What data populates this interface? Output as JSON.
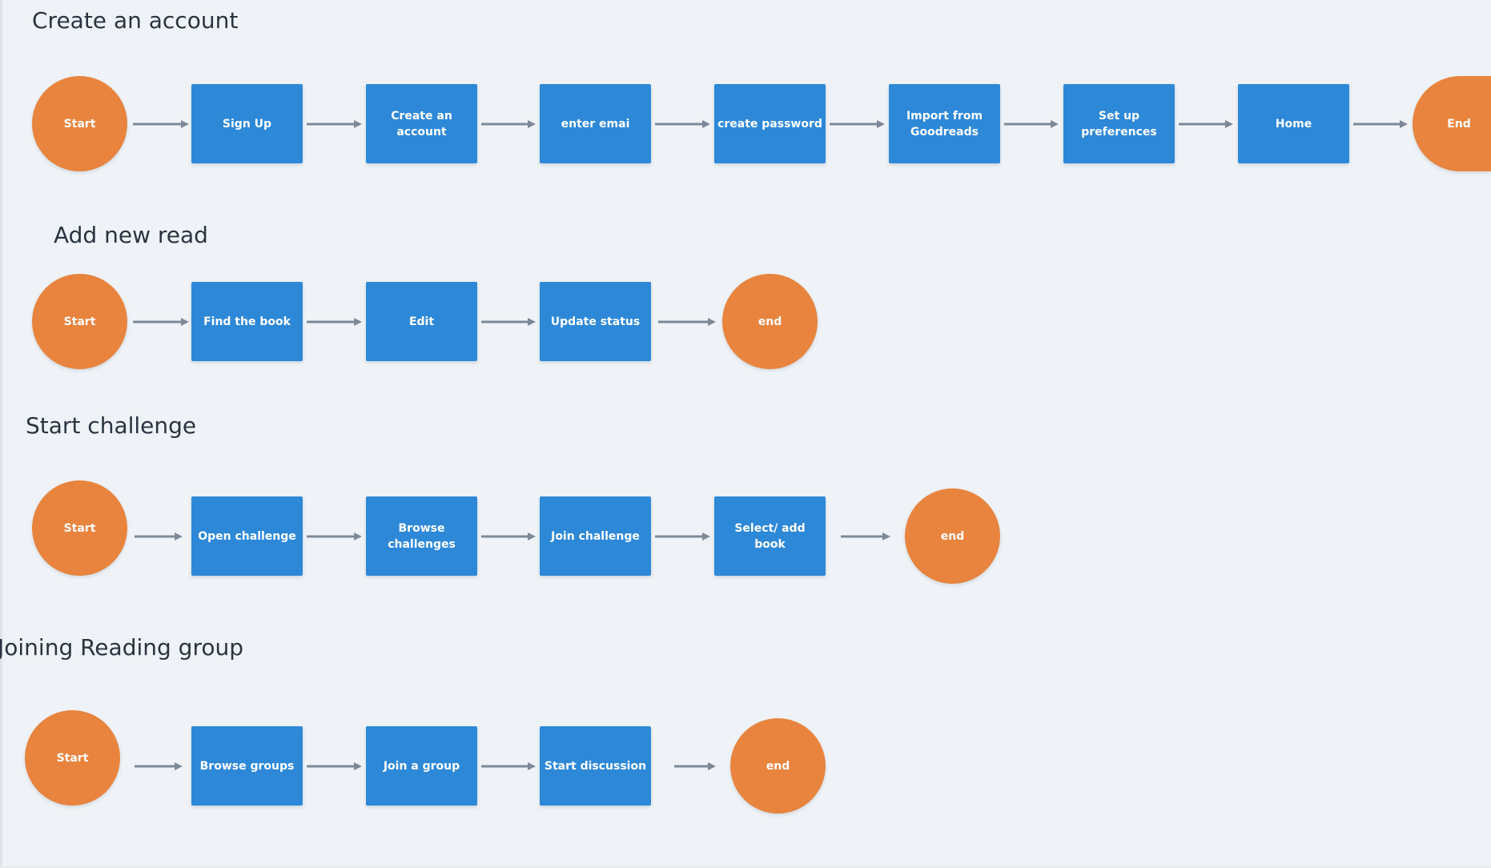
{
  "flows": [
    {
      "title": "Create an account",
      "nodes": [
        {
          "label": "Start",
          "shape": "circle"
        },
        {
          "label": "Sign Up",
          "shape": "rect"
        },
        {
          "label": "Create an account",
          "shape": "rect"
        },
        {
          "label": "enter emai",
          "shape": "rect"
        },
        {
          "label": "create password",
          "shape": "rect"
        },
        {
          "label": "Import from\nGoodreads",
          "shape": "rect"
        },
        {
          "label": "Set up\npreferences",
          "shape": "rect"
        },
        {
          "label": "Home",
          "shape": "rect"
        },
        {
          "label": "End",
          "shape": "circle"
        }
      ]
    },
    {
      "title": "Add new read",
      "nodes": [
        {
          "label": "Start",
          "shape": "circle"
        },
        {
          "label": "Find the book",
          "shape": "rect"
        },
        {
          "label": "Edit",
          "shape": "rect"
        },
        {
          "label": "Update status",
          "shape": "rect"
        },
        {
          "label": "end",
          "shape": "circle"
        }
      ]
    },
    {
      "title": "Start challenge",
      "nodes": [
        {
          "label": "Start",
          "shape": "circle"
        },
        {
          "label": "Open challenge",
          "shape": "rect"
        },
        {
          "label": "Browse\nchallenges",
          "shape": "rect"
        },
        {
          "label": "Join challenge",
          "shape": "rect"
        },
        {
          "label": "Select/ add book",
          "shape": "rect"
        },
        {
          "label": "end",
          "shape": "circle"
        }
      ]
    },
    {
      "title": "Joining Reading group",
      "nodes": [
        {
          "label": "Start",
          "shape": "circle"
        },
        {
          "label": "Browse groups",
          "shape": "rect"
        },
        {
          "label": "Join a group",
          "shape": "rect"
        },
        {
          "label": "Start discussion",
          "shape": "rect"
        },
        {
          "label": "end",
          "shape": "circle"
        }
      ]
    }
  ],
  "colors": {
    "background": "#eff3f7",
    "process": "#2d88d8",
    "terminal": "#e8843e",
    "connector": "#7d8998",
    "heading": "#2a3440"
  }
}
